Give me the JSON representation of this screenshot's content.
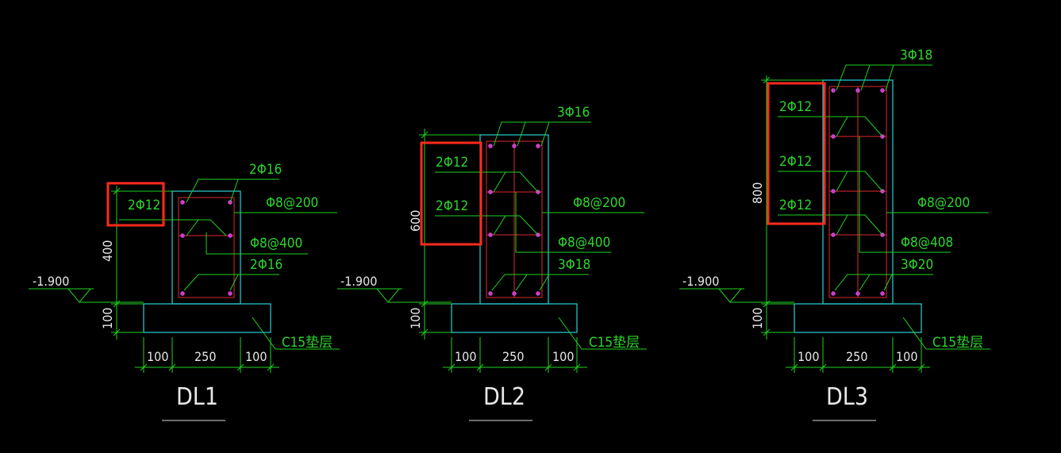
{
  "sections": [
    {
      "title": "DL1",
      "elevation": "-1.900",
      "height_dim": "400",
      "cushion_dim": "100",
      "width_dims": [
        "100",
        "250",
        "100"
      ],
      "top_bars": "2Φ16",
      "side_bars": [
        "2Φ12"
      ],
      "stirrup": "Φ8@200",
      "tie": "Φ8@400",
      "bottom_bars": "2Φ16",
      "cushion": "C15垫层"
    },
    {
      "title": "DL2",
      "elevation": "-1.900",
      "height_dim": "600",
      "cushion_dim": "100",
      "width_dims": [
        "100",
        "250",
        "100"
      ],
      "top_bars": "3Φ16",
      "side_bars": [
        "2Φ12",
        "2Φ12"
      ],
      "stirrup": "Φ8@200",
      "tie": "Φ8@400",
      "bottom_bars": "3Φ18",
      "cushion": "C15垫层"
    },
    {
      "title": "DL3",
      "elevation": "-1.900",
      "height_dim": "800",
      "cushion_dim": "100",
      "width_dims": [
        "100",
        "250",
        "100"
      ],
      "top_bars": "3Φ18",
      "side_bars": [
        "2Φ12",
        "2Φ12",
        "2Φ12"
      ],
      "stirrup": "Φ8@200",
      "tie": "Φ8@408",
      "bottom_bars": "3Φ20",
      "cushion": "C15垫层"
    }
  ],
  "colors": {
    "background": "#000000",
    "leader": "#1fd21f",
    "concrete": "#2ad0d4",
    "rebar": "#e0282f",
    "highlight": "#ff2a1e"
  }
}
